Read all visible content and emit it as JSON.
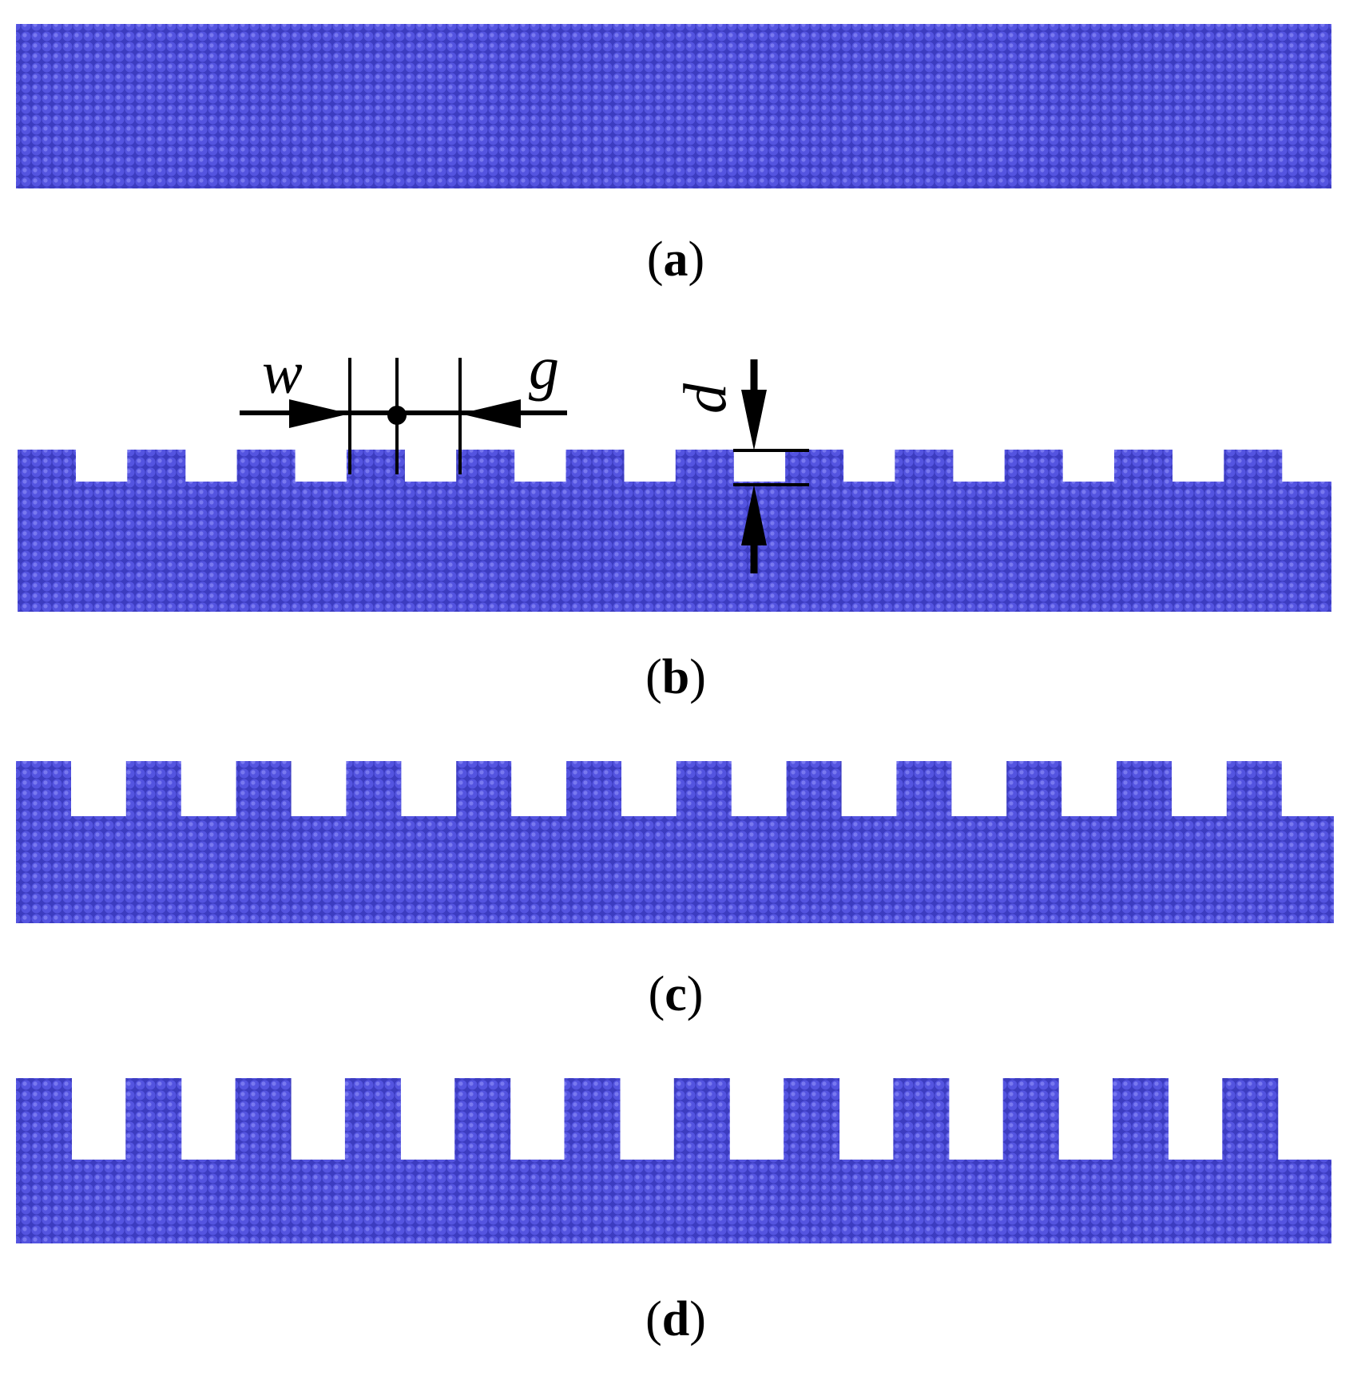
{
  "colors": {
    "atoms": "#5454e0",
    "atom_highlight": "#7878f0",
    "atom_shadow": "#3c3cc0",
    "annotation": "#000000",
    "background": "#ffffff"
  },
  "panels": [
    {
      "id": "a",
      "caption": "a",
      "surface": "flat"
    },
    {
      "id": "b",
      "caption": "b",
      "surface": "grooved",
      "groove_depth": "shallow",
      "teeth": 12
    },
    {
      "id": "c",
      "caption": "c",
      "surface": "grooved",
      "groove_depth": "medium",
      "teeth": 12
    },
    {
      "id": "d",
      "caption": "d",
      "surface": "grooved",
      "groove_depth": "deep",
      "teeth": 12
    }
  ],
  "dimension_labels": {
    "width": "w",
    "gap": "g",
    "depth": "d"
  }
}
